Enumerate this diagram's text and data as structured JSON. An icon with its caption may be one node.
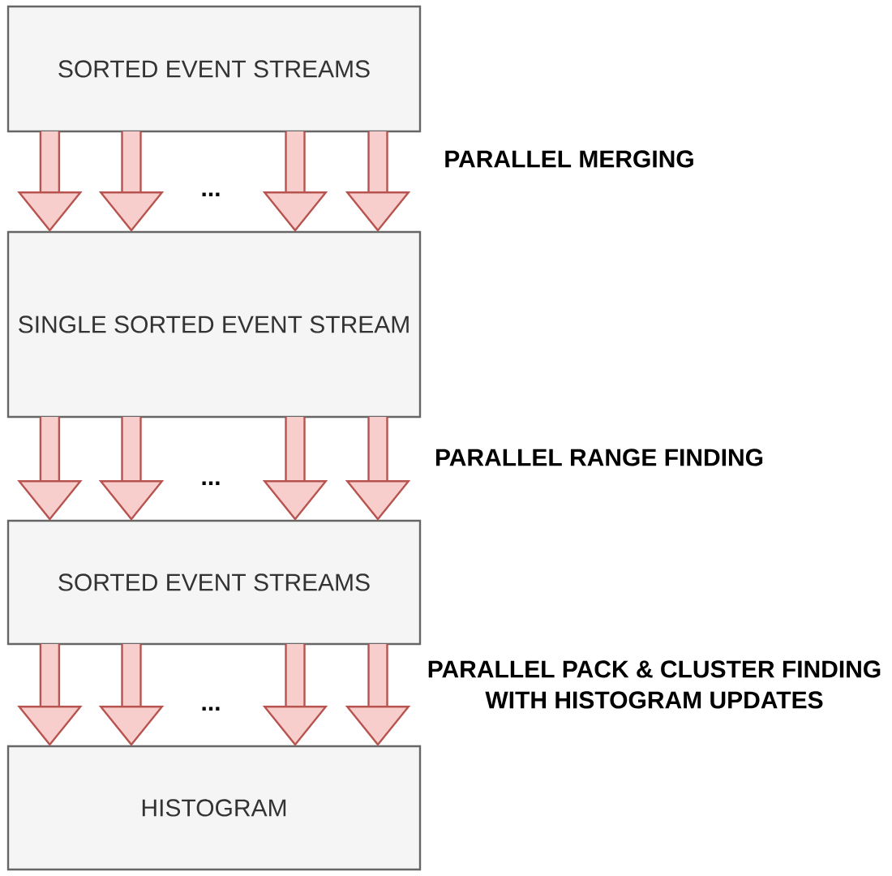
{
  "diagram": {
    "nodes": [
      {
        "text": [
          "SORTED EVENT STREAMS"
        ]
      },
      {
        "text": [
          "SINGLE SORTED EVENT STREAM"
        ]
      },
      {
        "text": [
          "SORTED EVENT STREAMS"
        ]
      },
      {
        "text": [
          "HISTOGRAM"
        ]
      }
    ],
    "edges": [
      {
        "from": 0,
        "to": 1,
        "arrow": "to"
      },
      {
        "from": 0,
        "to": 1,
        "arrow": "to"
      },
      {
        "from": 0,
        "to": 1,
        "arrow": "to"
      },
      {
        "from": 0,
        "to": 1,
        "arrow": "to"
      },
      {
        "from": 1,
        "to": 2,
        "arrow": "to"
      },
      {
        "from": 1,
        "to": 2,
        "arrow": "to"
      },
      {
        "from": 1,
        "to": 2,
        "arrow": "to"
      },
      {
        "from": 1,
        "to": 2,
        "arrow": "to"
      },
      {
        "from": 2,
        "to": 3,
        "arrow": "to"
      },
      {
        "from": 2,
        "to": 3,
        "arrow": "to"
      },
      {
        "from": 2,
        "to": 3,
        "arrow": "to"
      },
      {
        "from": 2,
        "to": 3,
        "arrow": "to"
      }
    ],
    "labels": [
      "PARALLEL MERGING",
      "...",
      "PARALLEL RANGE FINDING",
      "...",
      "PARALLEL PACK & CLUSTER FINDING WITH HISTOGRAM UPDATES",
      "..."
    ]
  }
}
